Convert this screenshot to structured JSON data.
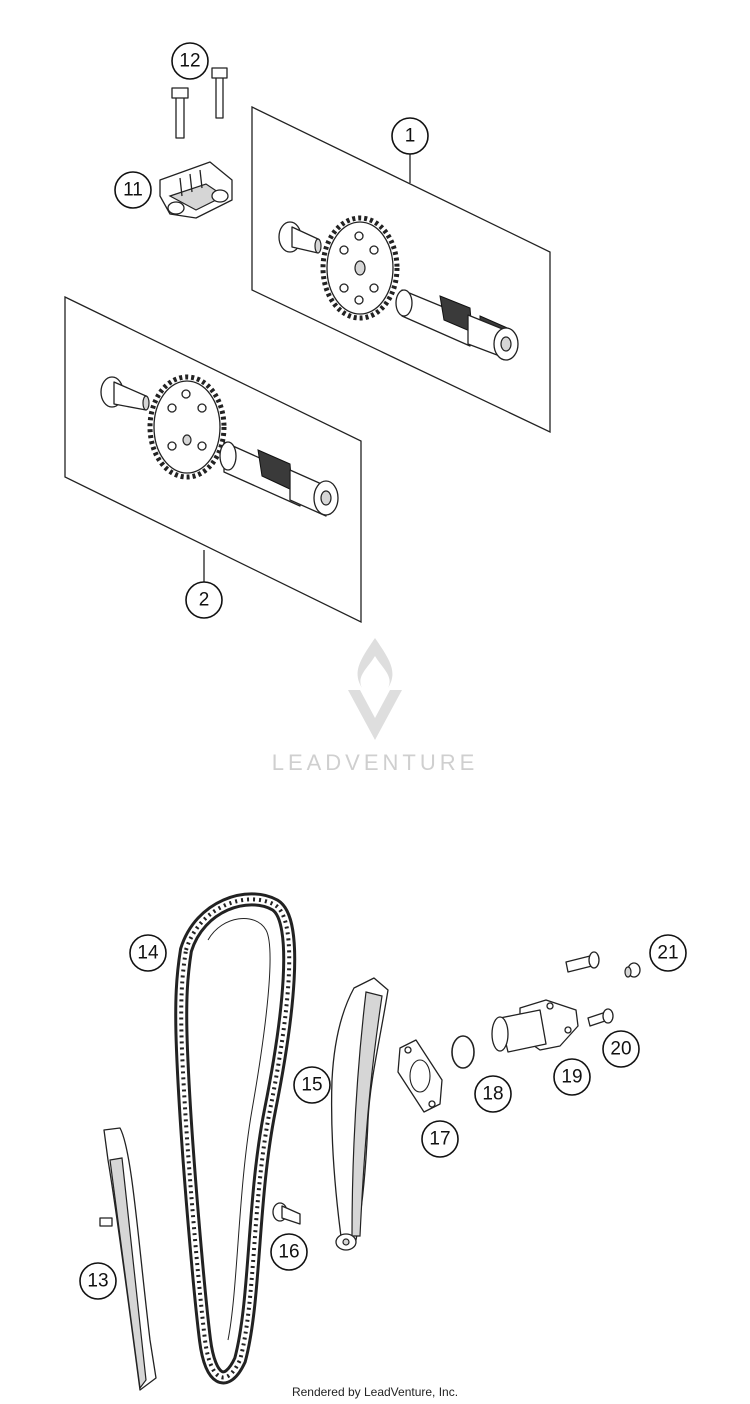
{
  "diagram": {
    "callouts": [
      {
        "id": "1",
        "label": "1"
      },
      {
        "id": "2",
        "label": "2"
      },
      {
        "id": "11",
        "label": "11"
      },
      {
        "id": "12",
        "label": "12"
      },
      {
        "id": "13",
        "label": "13"
      },
      {
        "id": "14",
        "label": "14"
      },
      {
        "id": "15",
        "label": "15"
      },
      {
        "id": "16",
        "label": "16"
      },
      {
        "id": "17",
        "label": "17"
      },
      {
        "id": "18",
        "label": "18"
      },
      {
        "id": "19",
        "label": "19"
      },
      {
        "id": "20",
        "label": "20"
      },
      {
        "id": "21",
        "label": "21"
      }
    ]
  },
  "watermark": {
    "text": "LEADVENTURE"
  },
  "footer": {
    "text": "Rendered by LeadVenture, Inc."
  },
  "colors": {
    "line": "#222222",
    "watermark": "#cfcfcf",
    "background": "#ffffff"
  }
}
